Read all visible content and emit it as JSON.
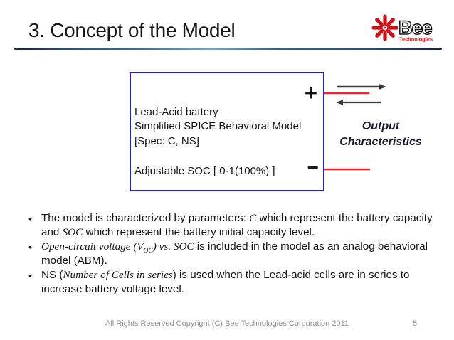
{
  "slide": {
    "title": "3. Concept of the Model",
    "footer": "All Rights Reserved Copyright (C) Bee Technologies Corporation 2011",
    "page_number": "5",
    "bullet_marker": "•"
  },
  "logo": {
    "main": "Bee",
    "sub": "Technologies",
    "accent_color": "#cc1016"
  },
  "diagram": {
    "box_lines": {
      "line1": "Lead-Acid battery",
      "line2": "Simplified SPICE Behavioral Model",
      "line3": "[Spec: C, NS]",
      "line4": "Adjustable SOC [ 0-1(100%) ]"
    },
    "plus_terminal": "+",
    "minus_terminal": "−",
    "output_label": {
      "line1": "Output",
      "line2": "Characteristics"
    },
    "colors": {
      "box_border": "#2323cc",
      "wire": "#f92222",
      "arrow": "#3a3a3a"
    }
  },
  "bullets": [
    {
      "segments": [
        {
          "text": "The model is characterized by parameters: "
        },
        {
          "text": "C",
          "style": "si"
        },
        {
          "text": " which represent the battery capacity and "
        },
        {
          "text": "SOC",
          "style": "si"
        },
        {
          "text": " which represent the battery initial capacity level."
        }
      ]
    },
    {
      "segments": [
        {
          "text": "Open-circuit voltage (V",
          "style": "si"
        },
        {
          "text": "OC",
          "style": "si",
          "sub": true
        },
        {
          "text": ") vs. SOC",
          "style": "si"
        },
        {
          "text": " is included in the model as an analog behavioral model (ABM)."
        }
      ]
    },
    {
      "segments": [
        {
          "text": "NS ("
        },
        {
          "text": "Number of Cells in series",
          "style": "si"
        },
        {
          "text": ") is used when the Lead-acid cells are in series to increase battery voltage level."
        }
      ]
    }
  ]
}
